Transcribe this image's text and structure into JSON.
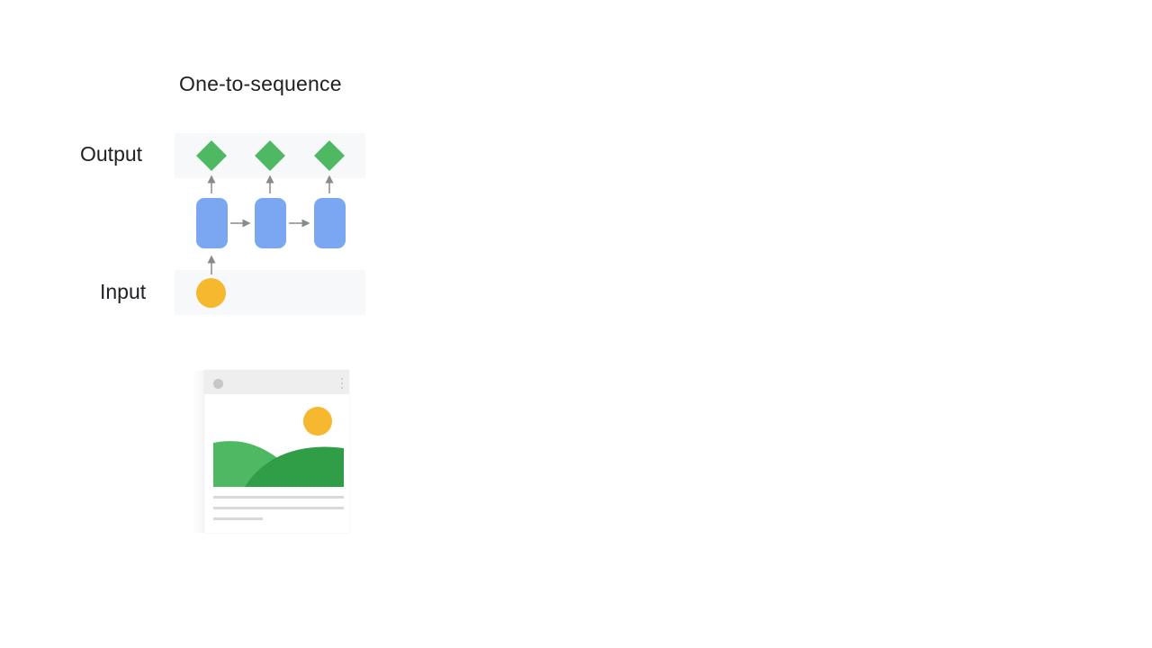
{
  "diagram": {
    "title": "One-to-sequence",
    "output_label": "Output",
    "input_label": "Input"
  },
  "colors": {
    "output_node": "#4fb862",
    "rnn_cell": "#7ba7f2",
    "input_node": "#f5b82e",
    "arrow": "#8a8a8a",
    "band": "#f7f8fa"
  },
  "icons": {
    "input": "yellow-circle-icon",
    "output": "green-diamond-icon",
    "card": "image-card-icon"
  }
}
